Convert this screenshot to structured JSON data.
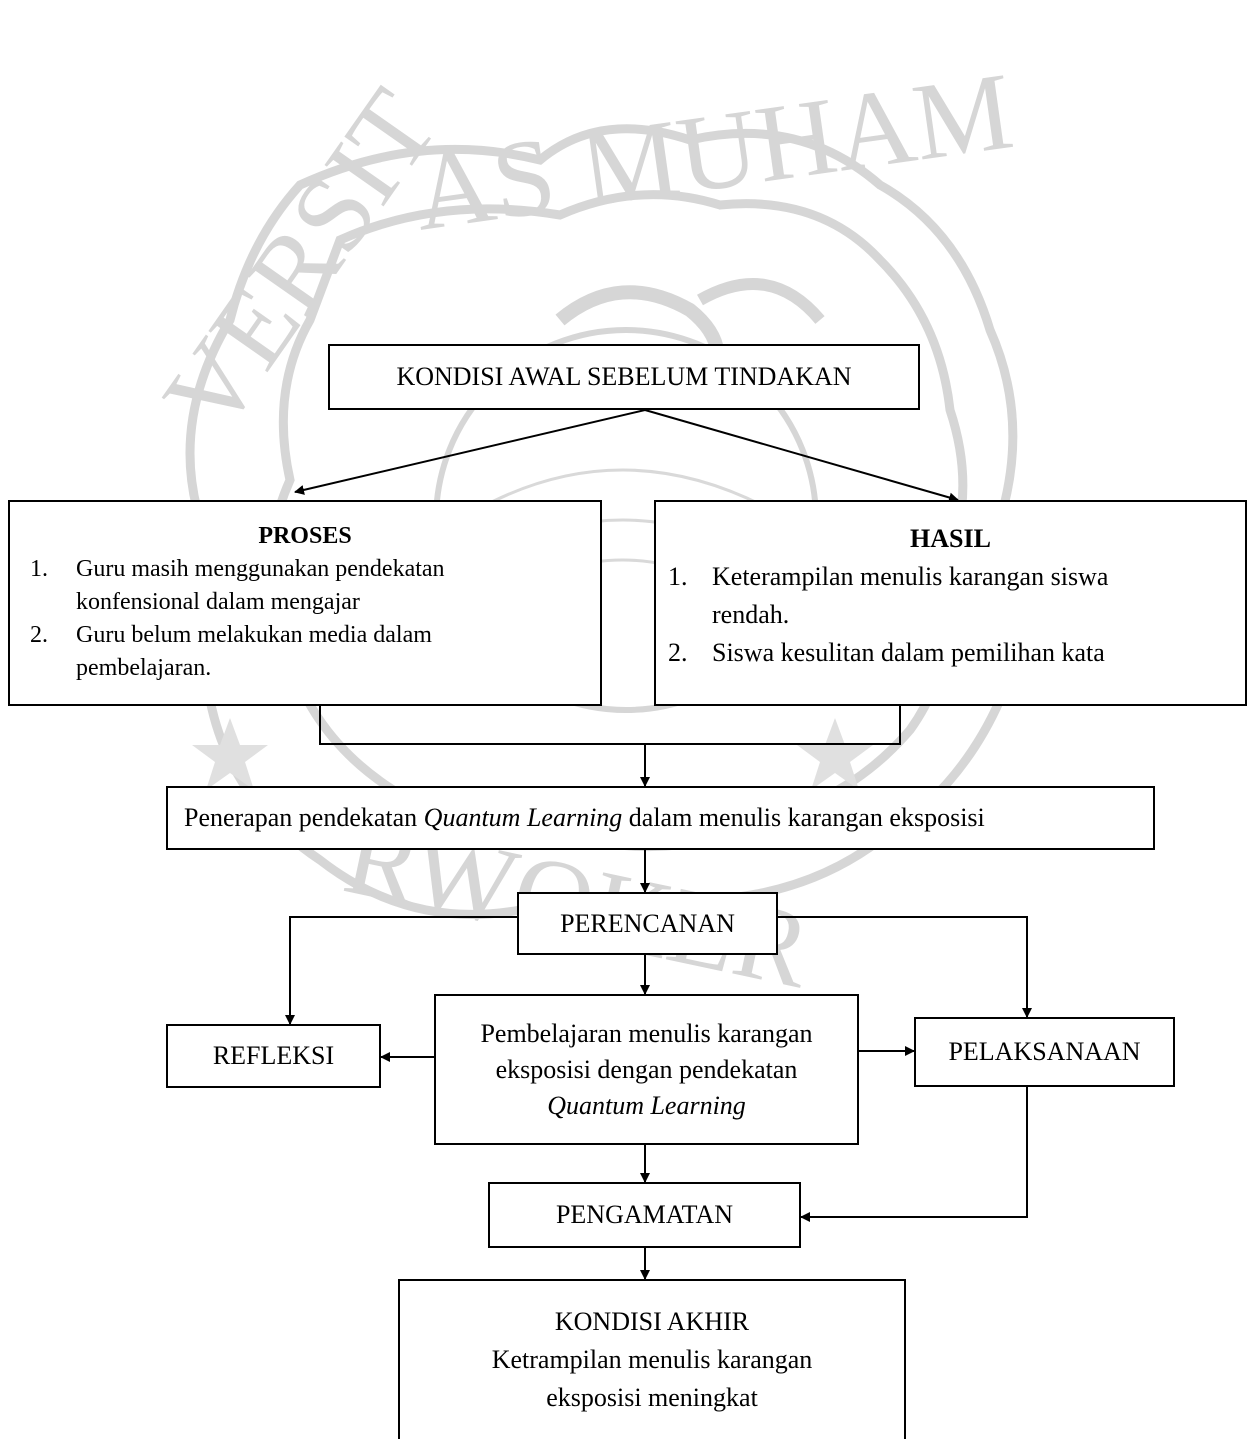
{
  "watermark": {
    "text": "UNIVERSITAS MUHAMMADIYAH PURWOKERTO",
    "color": "#c8c8c8",
    "icon": "university-seal-icon"
  },
  "nodes": {
    "kondisi_awal": "KONDISI AWAL SEBELUM TINDAKAN",
    "proses": {
      "title": "PROSES",
      "items": [
        {
          "num": "1.",
          "text": "Guru masih menggunakan pendekatan konfensional dalam mengajar"
        },
        {
          "num": "2.",
          "text": "Guru belum melakukan media dalam pembelajaran."
        }
      ]
    },
    "hasil": {
      "title": "HASIL",
      "items": [
        {
          "num": "1.",
          "text": "Keterampilan menulis karangan siswa rendah."
        },
        {
          "num": "2.",
          "text": "Siswa kesulitan dalam pemilihan kata"
        }
      ]
    },
    "penerapan": {
      "before": "Penerapan pendekatan ",
      "italic": "Quantum Learning",
      "after": " dalam menulis karangan eksposisi"
    },
    "perencanaan": "PERENCANAN",
    "pembelajaran": {
      "line1": "Pembelajaran menulis karangan",
      "line2": "eksposisi dengan pendekatan",
      "italic": "Quantum Learning"
    },
    "refleksi": "REFLEKSI",
    "pelaksanaan": "PELAKSANAAN",
    "pengamatan": "PENGAMATAN",
    "kondisi_akhir": {
      "title": "KONDISI AKHIR",
      "line1": "Ketrampilan menulis karangan",
      "line2": "eksposisi meningkat"
    }
  }
}
